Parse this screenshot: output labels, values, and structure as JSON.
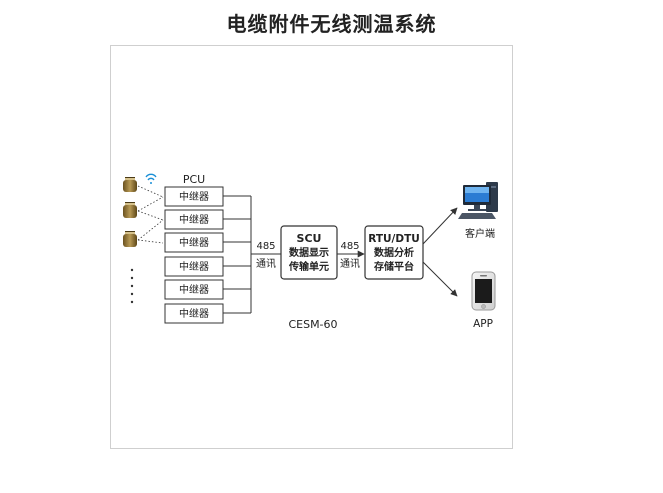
{
  "title": "电缆附件无线测温系统",
  "pcu_label": "PCU",
  "repeaters": [
    "中继器",
    "中继器",
    "中继器",
    "中继器",
    "中继器",
    "中继器"
  ],
  "link_left": {
    "num": "485",
    "text": "通讯"
  },
  "scu": {
    "name": "SCU",
    "line1": "数据显示",
    "line2": "传输单元"
  },
  "link_right": {
    "num": "485",
    "text": "通讯"
  },
  "rtu": {
    "name": "RTU/DTU",
    "line1": "数据分析",
    "line2": "存储平台"
  },
  "model": "CESM-60",
  "client_label": "客户端",
  "app_label": "APP",
  "colors": {
    "line": "#333333",
    "wifi": "#1a8fd6",
    "sensor": "#8a6d2e"
  }
}
